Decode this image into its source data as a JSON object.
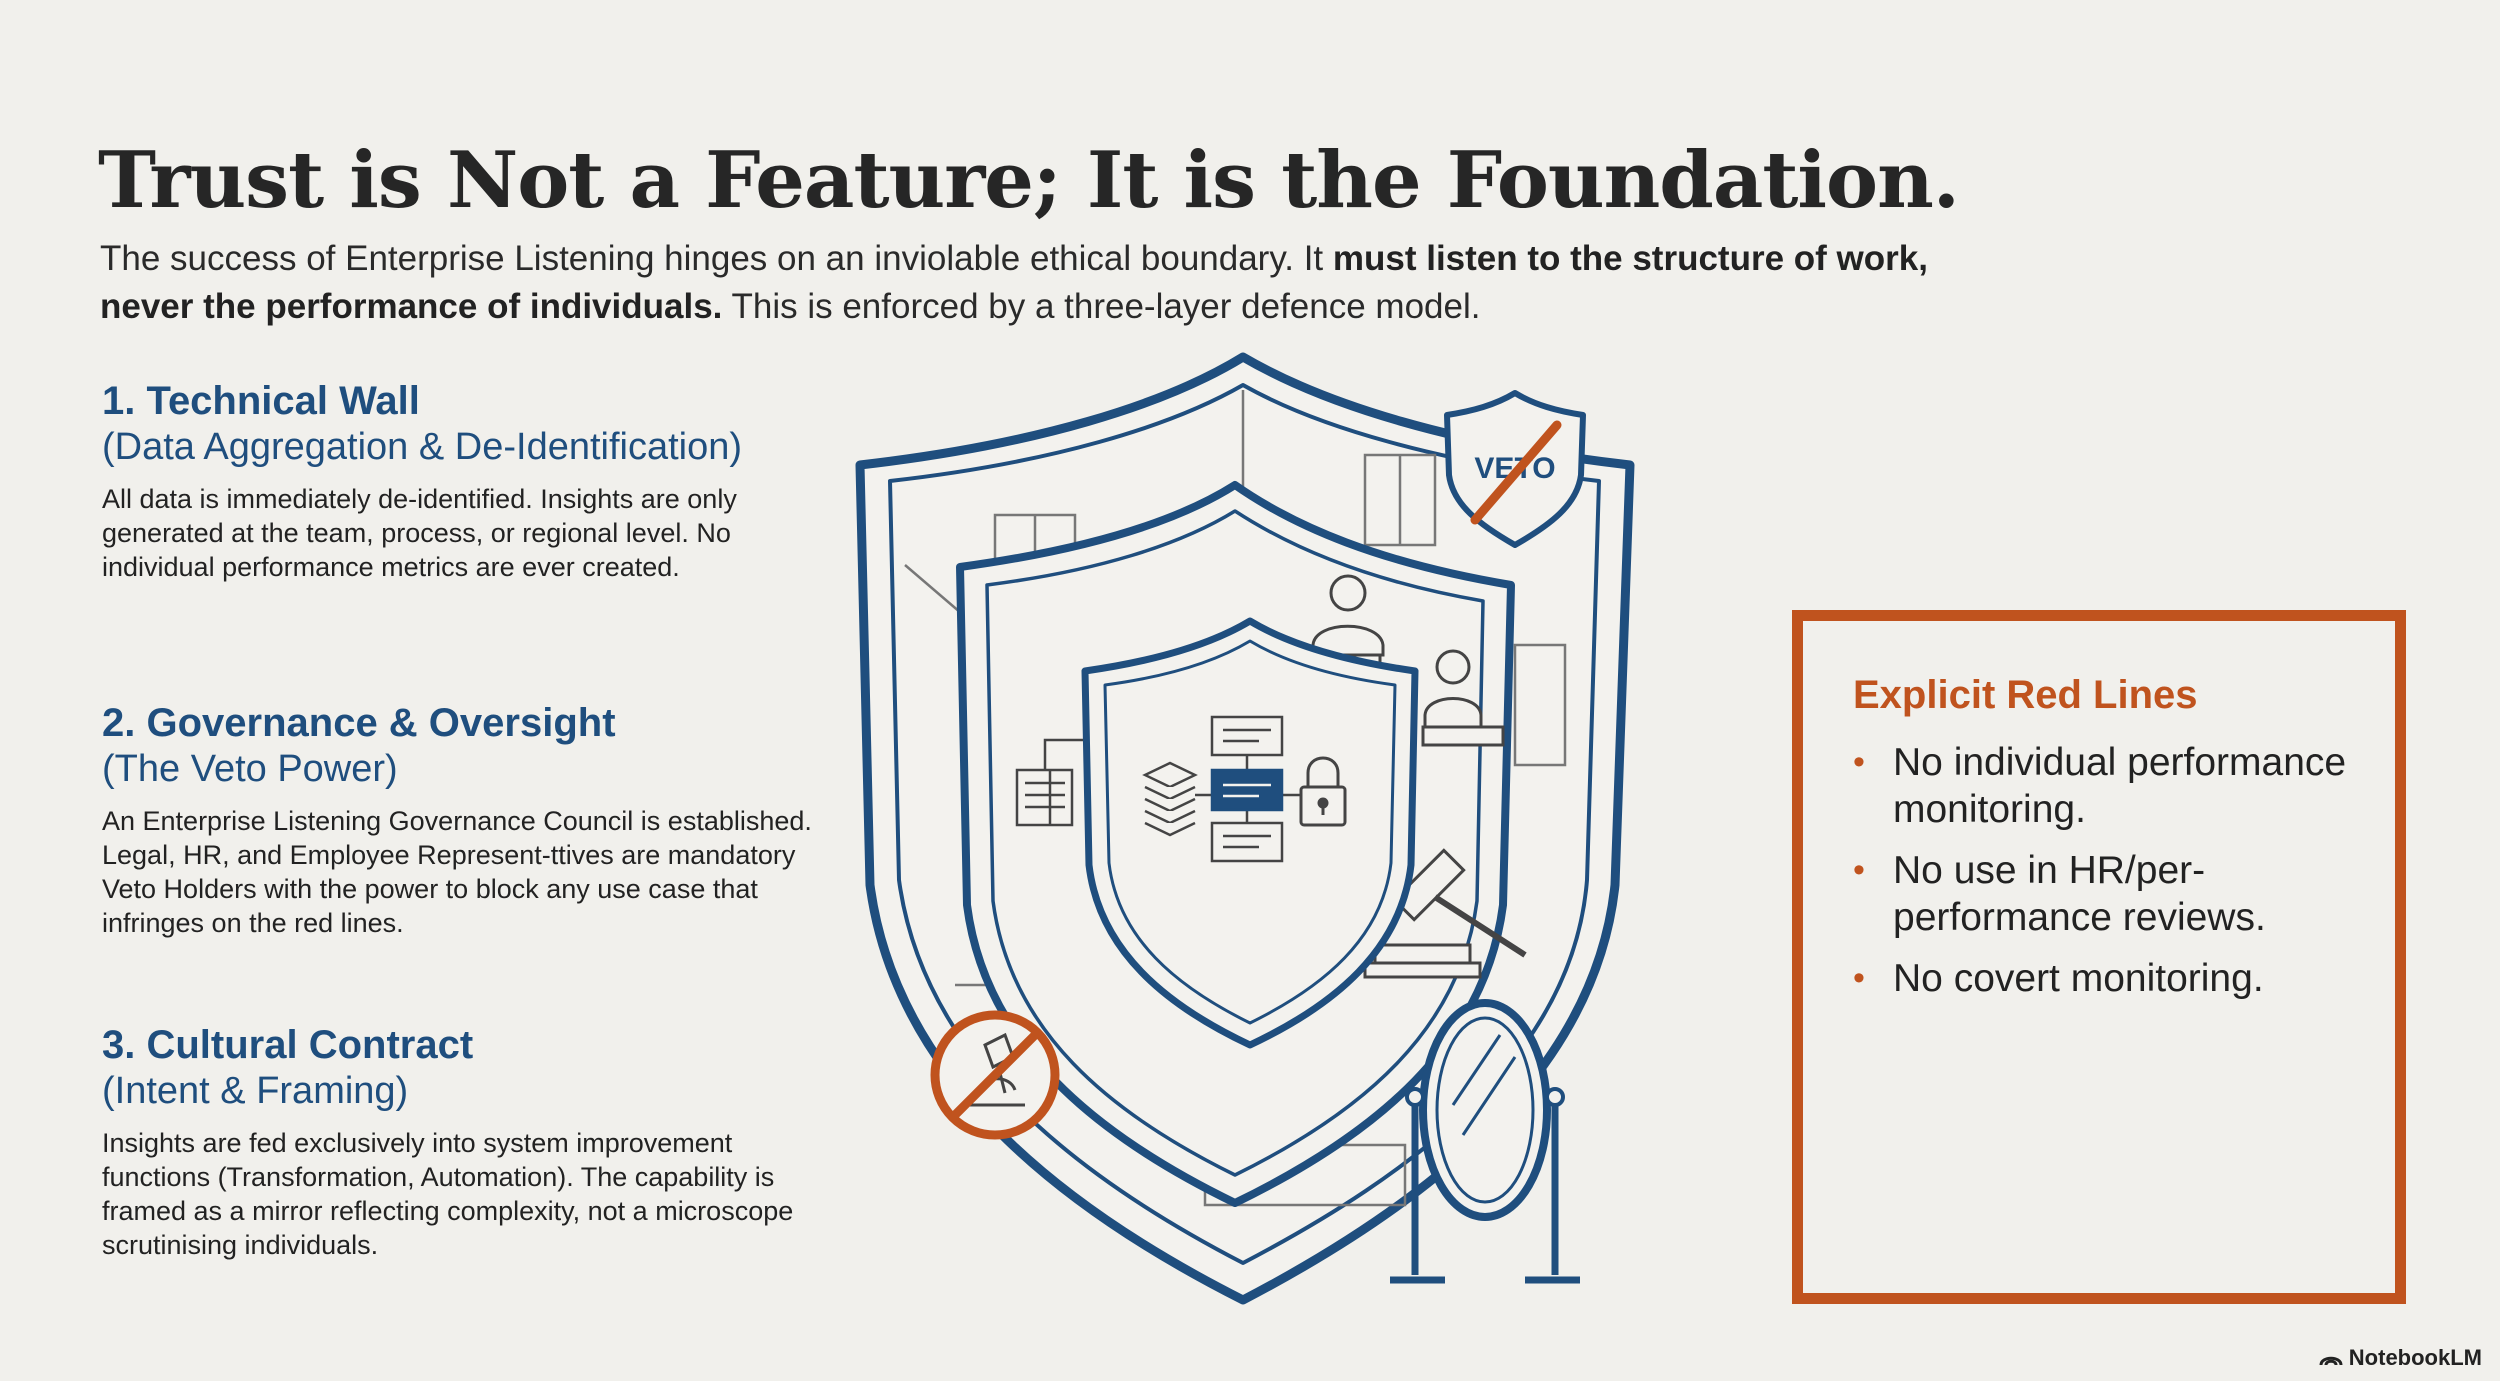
{
  "title": "Trust is Not a Feature; It is the Foundation.",
  "intro": {
    "lead": "The success of Enterprise Listening hinges on an inviolable ethical boundary. It ",
    "emphasis": "must listen to the structure of work, never the performance of individuals.",
    "tail": " This is enforced by a three-layer defence model."
  },
  "layers": [
    {
      "title": "1. Technical Wall",
      "subtitle": "(Data Aggregation & De-Identification)",
      "description": "All data is immediately de-identified. Insights are only generated at the team, process, or regional level. No individual performance metrics are ever created."
    },
    {
      "title": "2. Governance & Oversight",
      "subtitle": "(The Veto Power)",
      "description": "An Enterprise Listening Governance Council is established. Legal, HR, and Employee Represent-ttives are mandatory Veto Holders with the power to block any use case that infringes on the red lines."
    },
    {
      "title": "3. Cultural Contract",
      "subtitle": "(Intent & Framing)",
      "description": "Insights are fed exclusively into system improvement functions (Transformation, Automation). The capability is framed as a mirror reflecting complexity, not a microscope scrutinising individuals."
    }
  ],
  "illustration": {
    "veto_label": "VETO"
  },
  "red_lines": {
    "title": "Explicit Red Lines",
    "items": [
      "No individual performance monitoring.",
      "No use in HR/per-performance reviews.",
      "No covert monitoring."
    ]
  },
  "brand": {
    "name": "NotebookLM",
    "icon": "notebooklm-logo-icon"
  },
  "colors": {
    "background": "#f1f0ec",
    "primary_blue": "#1f4e7e",
    "accent_orange": "#c0531e",
    "text": "#222222"
  }
}
